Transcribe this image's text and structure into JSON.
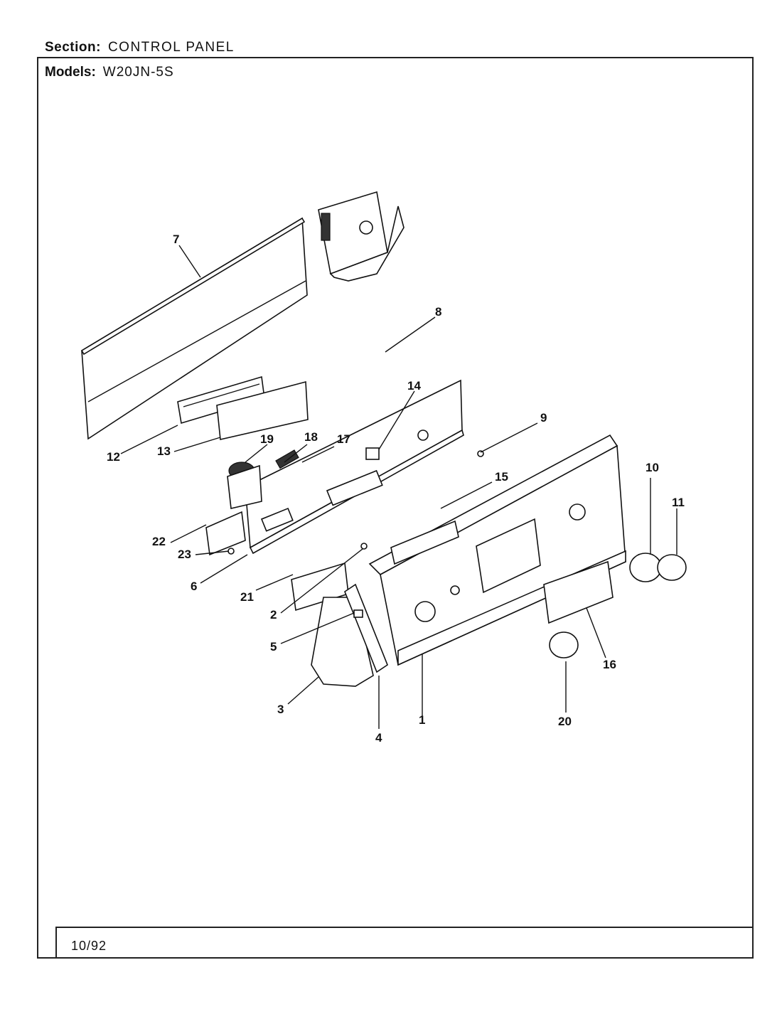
{
  "header": {
    "section_label": "Section:",
    "section_value": "CONTROL PANEL",
    "models_label": "Models:",
    "models_value": "W20JN-5S"
  },
  "footer": {
    "date": "10/92"
  },
  "callouts": [
    "1",
    "2",
    "3",
    "4",
    "5",
    "6",
    "7",
    "8",
    "9",
    "10",
    "11",
    "12",
    "13",
    "14",
    "15",
    "16",
    "17",
    "18",
    "19",
    "20",
    "21",
    "22",
    "23"
  ]
}
